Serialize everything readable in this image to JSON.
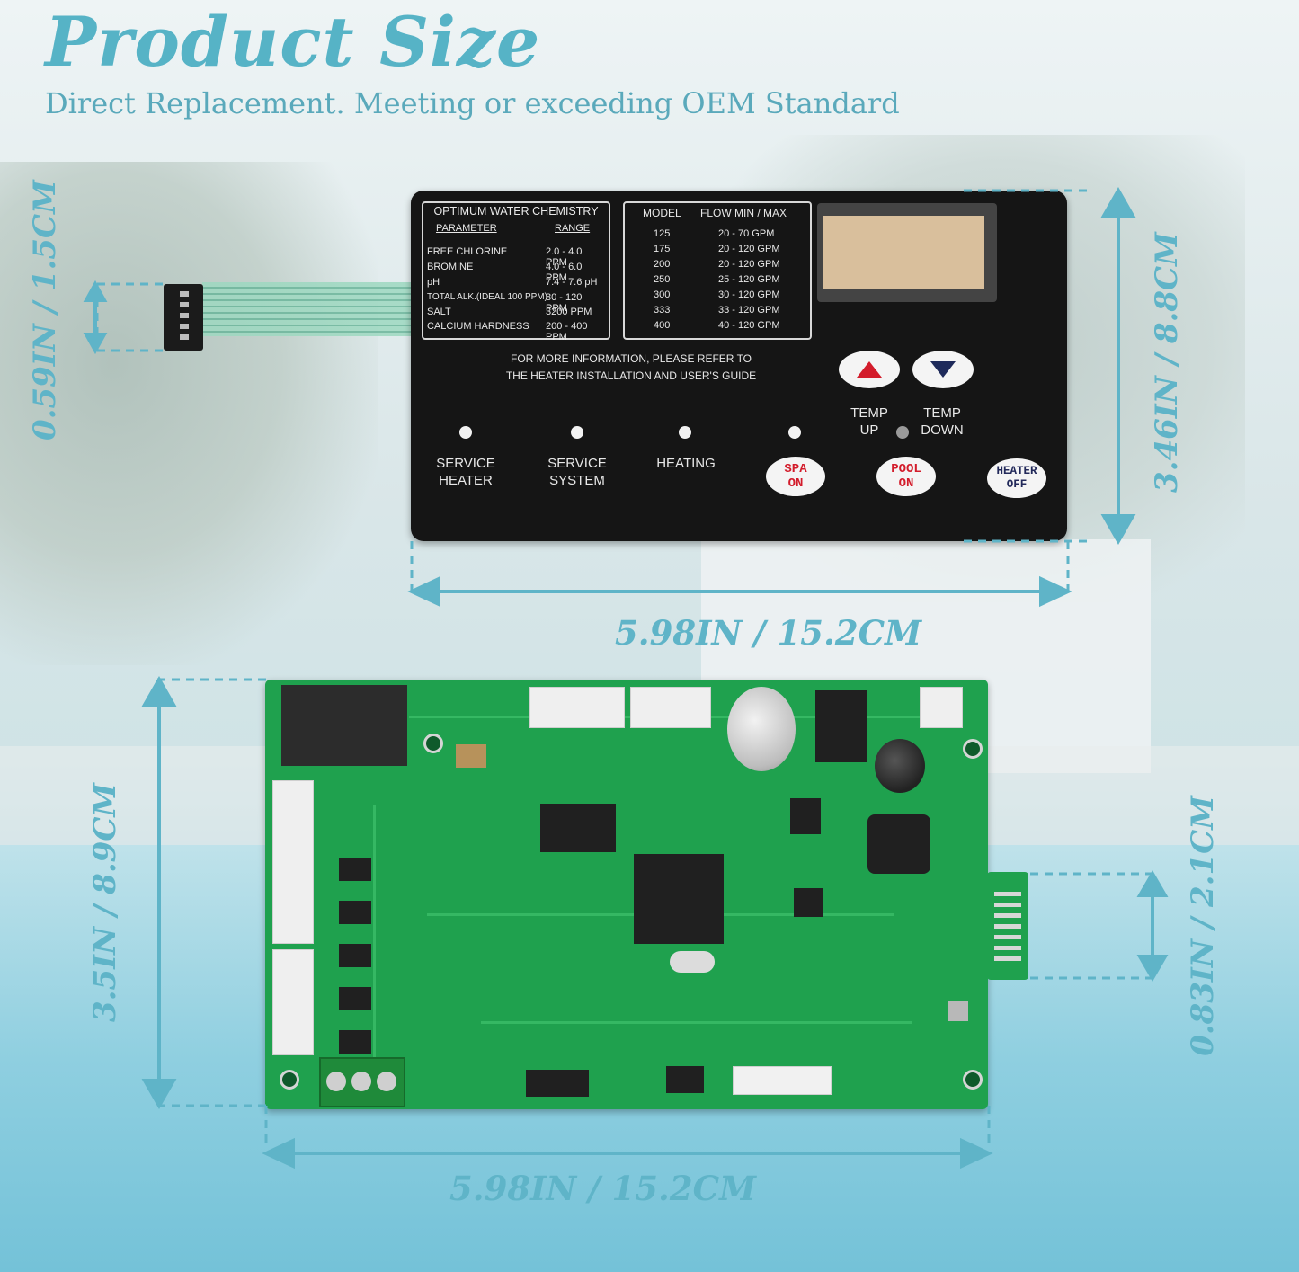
{
  "header": {
    "title": "Product Size",
    "subtitle": "Direct Replacement. Meeting or exceeding OEM Standard"
  },
  "dimensions": {
    "connector_height": "0.59IN / 1.5CM",
    "panel_height": "3.46IN / 8.8CM",
    "panel_width": "5.98IN / 15.2CM",
    "board_height": "3.5IN / 8.9CM",
    "board_edge_connector": "0.83IN / 2.1CM",
    "board_width": "5.98IN / 15.2CM"
  },
  "panel": {
    "chemistry": {
      "heading": "OPTIMUM WATER CHEMISTRY",
      "col_parameter": "PARAMETER",
      "col_range": "RANGE",
      "rows": [
        {
          "param": "FREE CHLORINE",
          "range": "2.0 - 4.0 PPM"
        },
        {
          "param": "BROMINE",
          "range": "4.0 - 6.0 PPM"
        },
        {
          "param": "pH",
          "range": "7.4 - 7.6 pH"
        },
        {
          "param": "TOTAL ALK.(IDEAL 100 PPM)",
          "range": "80 - 120 PPM"
        },
        {
          "param": "SALT",
          "range": "3200 PPM"
        },
        {
          "param": "CALCIUM HARDNESS",
          "range": "200 - 400 PPM"
        }
      ]
    },
    "flow": {
      "col_model": "MODEL",
      "col_flow": "FLOW MIN / MAX",
      "rows": [
        {
          "model": "125",
          "gpm": "20 - 70 GPM"
        },
        {
          "model": "175",
          "gpm": "20 - 120 GPM"
        },
        {
          "model": "200",
          "gpm": "20 - 120 GPM"
        },
        {
          "model": "250",
          "gpm": "25 - 120 GPM"
        },
        {
          "model": "300",
          "gpm": "30 - 120 GPM"
        },
        {
          "model": "333",
          "gpm": "33 - 120 GPM"
        },
        {
          "model": "400",
          "gpm": "40 - 120 GPM"
        }
      ]
    },
    "info_line1": "FOR MORE INFORMATION, PLEASE REFER TO",
    "info_line2": "THE HEATER INSTALLATION AND USER'S GUIDE",
    "temp_up_1": "TEMP",
    "temp_up_2": "UP",
    "temp_down_1": "TEMP",
    "temp_down_2": "DOWN",
    "service_heater_1": "SERVICE",
    "service_heater_2": "HEATER",
    "service_system_1": "SERVICE",
    "service_system_2": "SYSTEM",
    "heating": "HEATING",
    "spa_1": "SPA",
    "spa_2": "ON",
    "pool_1": "POOL",
    "pool_2": "ON",
    "heater_off_1": "HEATER",
    "heater_off_2": "OFF"
  },
  "colors": {
    "accent": "#56b3c6",
    "panel": "#151515",
    "pcb": "#1fa14e",
    "button_red": "#d31c2b",
    "button_blue": "#1e2a5a"
  }
}
